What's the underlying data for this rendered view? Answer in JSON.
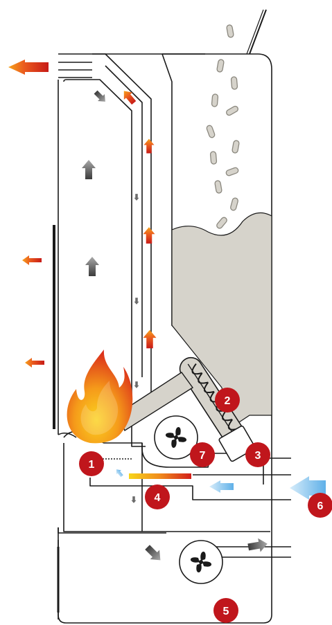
{
  "diagram": {
    "colors": {
      "outline": "#1a1a1a",
      "pellet_fill": "#d6d3cb",
      "pellet_stroke": "#8a877e",
      "hopper_fill": "#d6d3cb",
      "badge": "#c0161c",
      "flame_outer": "#e23a1c",
      "flame_inner": "#f6b21a",
      "hot_arrow": "#e8401a",
      "cold_arrow": "#8fc7ee",
      "grey_arrow": "#6b6b6b"
    },
    "badges": [
      {
        "label": "1"
      },
      {
        "label": "2"
      },
      {
        "label": "3"
      },
      {
        "label": "4"
      },
      {
        "label": "5"
      },
      {
        "label": "6"
      },
      {
        "label": "7"
      }
    ],
    "icons": {
      "fan": "fan-icon",
      "flame": "flame-icon",
      "auger": "auger-icon",
      "pellet": "pellet-icon"
    }
  }
}
